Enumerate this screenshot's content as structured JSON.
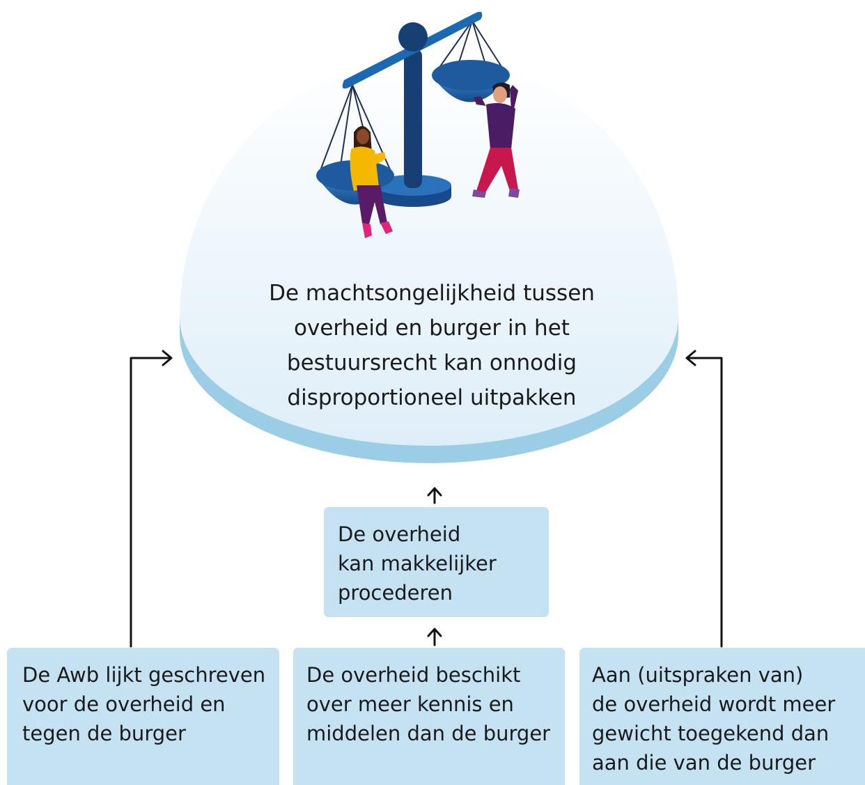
{
  "main_statement": {
    "lines": [
      "De machtsongelijkheid tussen",
      "overheid en burger in het",
      "bestuursrecht kan onnodig",
      "disproportioneel uitpakken"
    ]
  },
  "middle_box": {
    "lines": [
      "De overheid",
      "kan makkelijker",
      "procederen"
    ]
  },
  "bottom_boxes": {
    "left": {
      "lines": [
        "De Awb lijkt geschreven",
        "voor de overheid en",
        "tegen de burger"
      ]
    },
    "center": {
      "lines": [
        "De overheid beschikt",
        "over meer kennis en",
        "middelen dan de burger"
      ]
    },
    "right": {
      "lines": [
        "Aan (uitspraken van)",
        "de overheid wordt meer",
        "gewicht toegekend dan",
        "aan die van de burger"
      ]
    }
  },
  "colors": {
    "dome_top": "#ffffff",
    "dome_bottom": "#deeef8",
    "dome_rim": "#9bcde6",
    "box_fill": "#c5e2f3",
    "scale_blue": "#1c68b3",
    "scale_dark": "#173f73",
    "woman_sweater": "#f5b800",
    "man_sweater": "#4a1c63",
    "man_trousers": "#c8174d"
  }
}
